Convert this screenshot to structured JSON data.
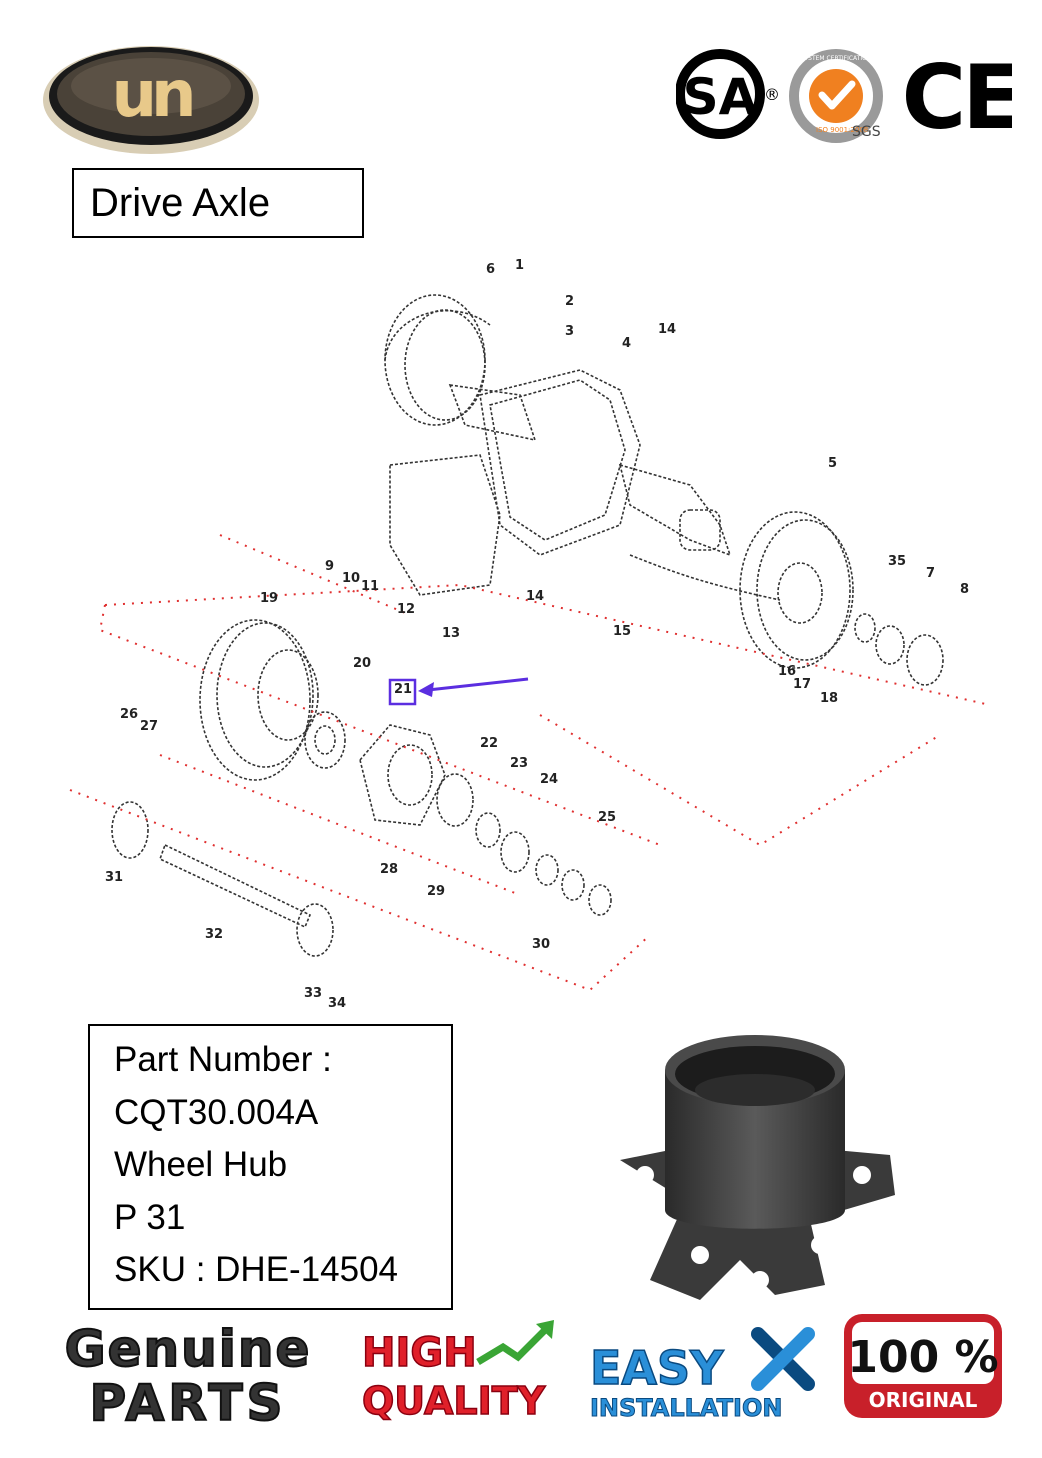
{
  "brand": {
    "logo_text": "un",
    "logo_icon": "un-brand-logo"
  },
  "certifications": {
    "csa": {
      "text": "SA",
      "registered": "®",
      "icon": "csa-certification-icon"
    },
    "sgs": {
      "ring_text": "SYSTEM CERTIFICATION",
      "iso_text": "ISO 9001:2008",
      "label": "SGS",
      "icon": "sgs-iso-checkmark-icon"
    },
    "ce": {
      "text": "CE",
      "icon": "ce-mark-icon"
    }
  },
  "title": "Drive Axle",
  "diagram": {
    "callouts": [
      "1",
      "2",
      "3",
      "4",
      "5",
      "6",
      "7",
      "8",
      "9",
      "10",
      "11",
      "12",
      "13",
      "14",
      "14",
      "15",
      "16",
      "17",
      "18",
      "19",
      "20",
      "21",
      "22",
      "23",
      "24",
      "25",
      "26",
      "27",
      "28",
      "29",
      "30",
      "31",
      "32",
      "33",
      "34",
      "35"
    ],
    "highlighted_callout": "21",
    "arrow_color": "#5b2ee0",
    "leader_color": "#e03030"
  },
  "info": {
    "part_number_label": "Part Number :",
    "part_number": "CQT30.004A",
    "part_name": "Wheel Hub",
    "page": "P 31",
    "sku": "SKU : DHE-14504"
  },
  "badges": {
    "genuine": {
      "line1": "Genuine",
      "line2": "PARTS"
    },
    "quality": {
      "line1": "HIGH",
      "line2": "QUALITY",
      "color": "#e0202a",
      "arrow_color": "#3aa535"
    },
    "easy": {
      "line1": "EASY",
      "line2": "INSTALLATION",
      "color": "#2a8fd8"
    },
    "original": {
      "line1": "100 %",
      "line2": "ORIGINAL",
      "color": "#c8202a"
    }
  }
}
